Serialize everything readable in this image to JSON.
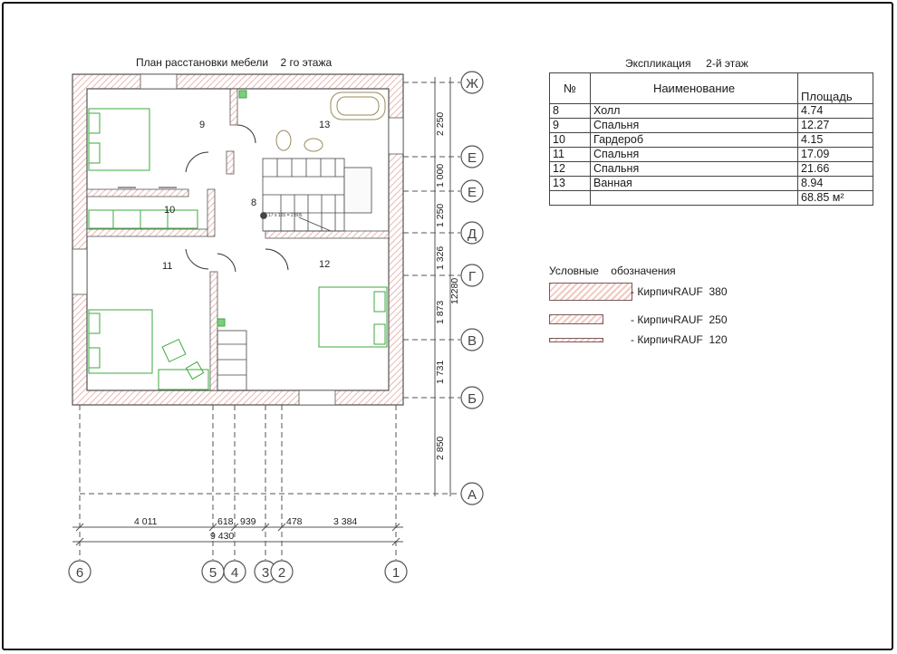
{
  "plan_title": "План расстановки мебели    2 го этажа",
  "rooms": [
    {
      "number": "9"
    },
    {
      "number": "13"
    },
    {
      "number": "8"
    },
    {
      "number": "10"
    },
    {
      "number": "11"
    },
    {
      "number": "12"
    }
  ],
  "stair_note": "17 x 165 = 2 805",
  "axes_right": [
    "Ж",
    "Е",
    "Е",
    "Д",
    "Г",
    "В",
    "Б",
    "А"
  ],
  "axes_bottom": [
    "6",
    "5",
    "4",
    "3",
    "2",
    "1"
  ],
  "dims_right": [
    "2 250",
    "1 000",
    "1 250",
    "1 326",
    "1 873",
    "1 731",
    "2 850"
  ],
  "dim_total_right": "12280",
  "dims_bottom": [
    "4 011",
    "618",
    "939",
    "478",
    "3 384"
  ],
  "dim_total_bottom": "9 430",
  "explication": {
    "title": "Экспликация     2-й этаж",
    "headers": {
      "no": "№",
      "name": "Наименование",
      "area": "Площадь"
    },
    "rows": [
      {
        "no": "8",
        "name": "Холл",
        "area": "4.74"
      },
      {
        "no": "9",
        "name": "Спальня",
        "area": "12.27"
      },
      {
        "no": "10",
        "name": "Гардероб",
        "area": "4.15"
      },
      {
        "no": "11",
        "name": "Спальня",
        "area": "17.09"
      },
      {
        "no": "12",
        "name": "Спальня",
        "area": "21.66"
      },
      {
        "no": "13",
        "name": "Ванная",
        "area": "8.94"
      }
    ],
    "total": "68.85 м²"
  },
  "legend": {
    "title": "Условные    обозначения",
    "items": [
      {
        "label": "- КирпичRAUF  380"
      },
      {
        "label": "- КирпичRAUF  250"
      },
      {
        "label": "- КирпичRAUF  120"
      }
    ]
  },
  "colors": {
    "wall_hatch": "#e8b4ad",
    "furniture": "#3caa3c",
    "dimension": "#555555"
  }
}
